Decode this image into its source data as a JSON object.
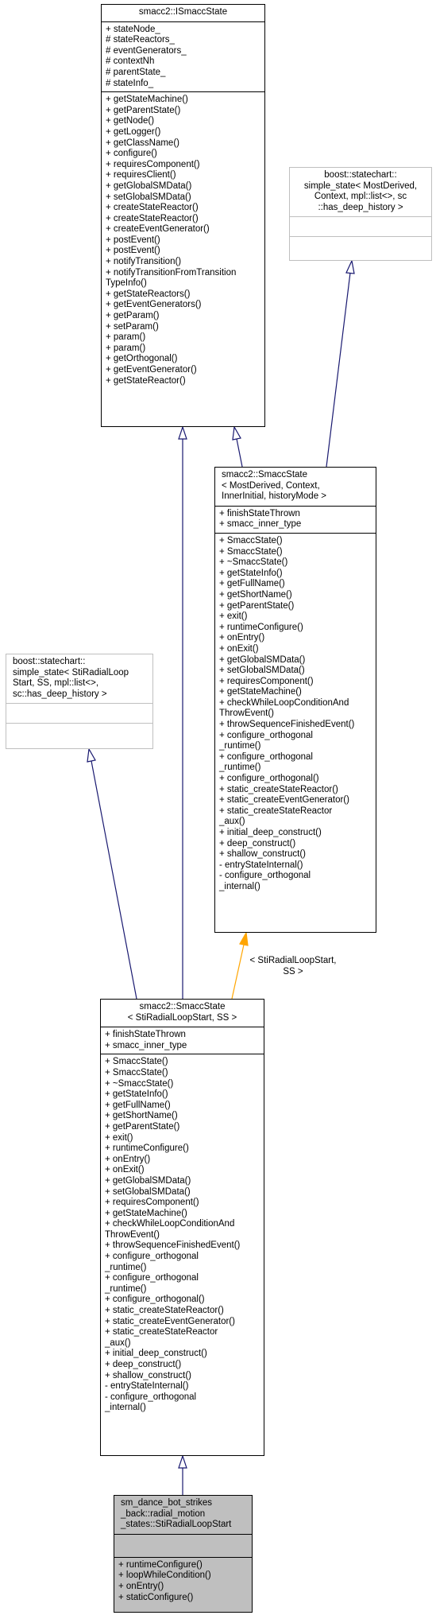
{
  "classes": {
    "ismacc": {
      "title": "smacc2::ISmaccState",
      "attrs": [
        "+ stateNode_",
        "# stateReactors_",
        "# eventGenerators_",
        "# contextNh",
        "# parentState_",
        "# stateInfo_"
      ],
      "methods": [
        "+ getStateMachine()",
        "+ getParentState()",
        "+ getNode()",
        "+ getLogger()",
        "+ getClassName()",
        "+ configure()",
        "+ requiresComponent()",
        "+ requiresClient()",
        "+ getGlobalSMData()",
        "+ setGlobalSMData()",
        "+ createStateReactor()",
        "+ createStateReactor()",
        "+ createEventGenerator()",
        "+ postEvent()",
        "+ postEvent()",
        "+ notifyTransition()",
        "+ notifyTransitionFromTransition\nTypeInfo()",
        "+ getStateReactors()",
        "+ getEventGenerators()",
        "+ getParam()",
        "+ setParam()",
        "+ param()",
        "+ param()",
        "+ getOrthogonal()",
        "+ getEventGenerator()",
        "+ getStateReactor()"
      ]
    },
    "boost_top": {
      "title": "boost::statechart::\nsimple_state< MostDerived,\n Context, mpl::list<>, sc\n::has_deep_history >"
    },
    "smacc_template": {
      "title": "smacc2::SmaccState\n< MostDerived, Context,\n InnerInitial, historyMode >",
      "attrs": [
        "+ finishStateThrown",
        "+ smacc_inner_type"
      ],
      "methods": [
        "+ SmaccState()",
        "+ SmaccState()",
        "+ ~SmaccState()",
        "+ getStateInfo()",
        "+ getFullName()",
        "+ getShortName()",
        "+ getParentState()",
        "+ exit()",
        "+ runtimeConfigure()",
        "+ onEntry()",
        "+ onExit()",
        "+ getGlobalSMData()",
        "+ setGlobalSMData()",
        "+ requiresComponent()",
        "+ getStateMachine()",
        "+ checkWhileLoopConditionAnd\nThrowEvent()",
        "+ throwSequenceFinishedEvent()",
        "+ configure_orthogonal\n_runtime()",
        "+ configure_orthogonal\n_runtime()",
        "+ configure_orthogonal()",
        "+ static_createStateReactor()",
        "+ static_createEventGenerator()",
        "+ static_createStateReactor\n_aux()",
        "+ initial_deep_construct()",
        "+ deep_construct()",
        "+ shallow_construct()",
        "- entryStateInternal()",
        "- configure_orthogonal\n_internal()"
      ]
    },
    "boost_left": {
      "title": "boost::statechart::\nsimple_state< StiRadialLoop\nStart, SS, mpl::list<>,\n sc::has_deep_history >"
    },
    "smacc_bound": {
      "title": "smacc2::SmaccState\n< StiRadialLoopStart, SS >",
      "attrs": [
        "+ finishStateThrown",
        "+ smacc_inner_type"
      ],
      "methods": [
        "+ SmaccState()",
        "+ SmaccState()",
        "+ ~SmaccState()",
        "+ getStateInfo()",
        "+ getFullName()",
        "+ getShortName()",
        "+ getParentState()",
        "+ exit()",
        "+ runtimeConfigure()",
        "+ onEntry()",
        "+ onExit()",
        "+ getGlobalSMData()",
        "+ setGlobalSMData()",
        "+ requiresComponent()",
        "+ getStateMachine()",
        "+ checkWhileLoopConditionAnd\nThrowEvent()",
        "+ throwSequenceFinishedEvent()",
        "+ configure_orthogonal\n_runtime()",
        "+ configure_orthogonal\n_runtime()",
        "+ configure_orthogonal()",
        "+ static_createStateReactor()",
        "+ static_createEventGenerator()",
        "+ static_createStateReactor\n_aux()",
        "+ initial_deep_construct()",
        "+ deep_construct()",
        "+ shallow_construct()",
        "- entryStateInternal()",
        "- configure_orthogonal\n_internal()"
      ]
    },
    "sti": {
      "title": "sm_dance_bot_strikes\n_back::radial_motion\n_states::StiRadialLoopStart",
      "methods": [
        "+ runtimeConfigure()",
        "+ loopWhileCondition()",
        "+ onEntry()",
        "+ staticConfigure()"
      ]
    }
  },
  "edge_label": "< StiRadialLoopStart,\n SS >",
  "colors": {
    "inherit": "#191970",
    "template": "#ffa500",
    "self_fill": "#bfbfbf",
    "grey_border": "#bfbfbf"
  }
}
